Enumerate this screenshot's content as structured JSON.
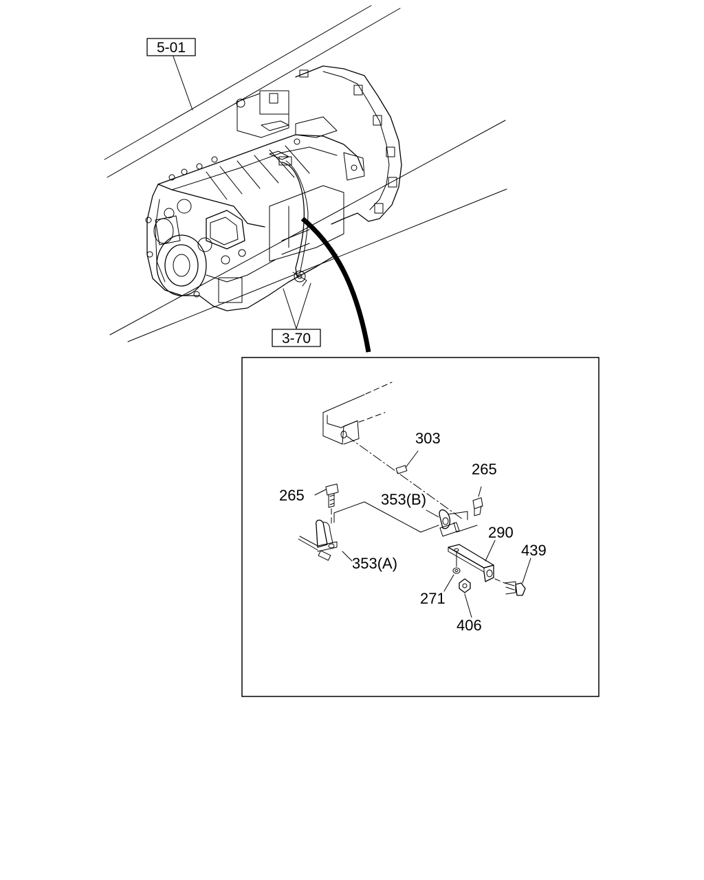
{
  "references": {
    "top_ref": "5-01",
    "bottom_ref": "3-70"
  },
  "callouts": {
    "pin_303": "303",
    "bolt_265_right": "265",
    "bolt_265_left": "265",
    "clamp_353b": "353(B)",
    "bracket_290": "290",
    "bolt_439": "439",
    "clamp_353a": "353(A)",
    "washer_271": "271",
    "nut_406": "406"
  }
}
